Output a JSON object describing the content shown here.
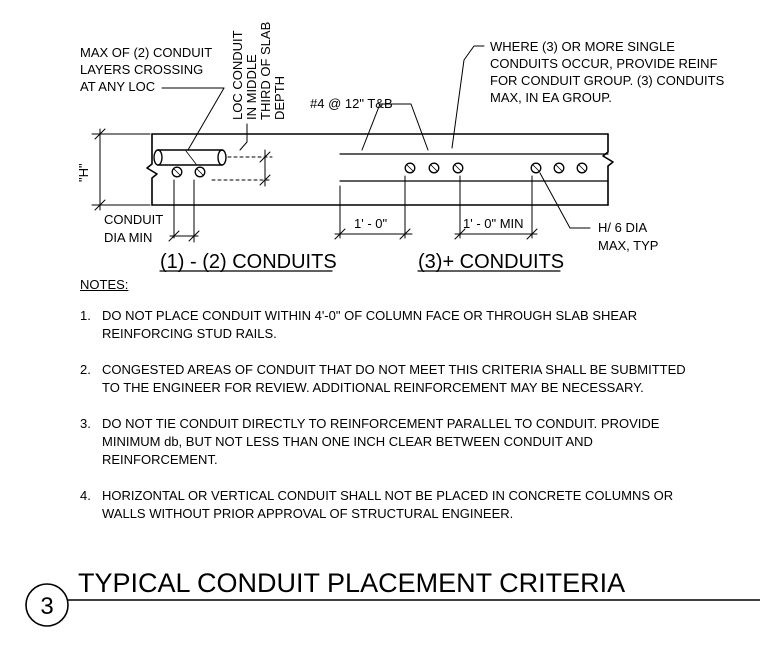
{
  "detail": {
    "number": "3",
    "title": "TYPICAL CONDUIT PLACEMENT CRITERIA"
  },
  "section_titles": {
    "left": "(1) - (2) CONDUITS",
    "right": "(3)+ CONDUITS"
  },
  "callouts": {
    "max_layers": [
      "MAX OF (2) CONDUIT",
      "LAYERS CROSSING",
      "AT ANY LOC"
    ],
    "loc_conduit": [
      "LOC CONDUIT",
      "IN MIDDLE",
      "THIRD OF SLAB",
      "DEPTH"
    ],
    "rebar": "#4 @ 12\" T&B",
    "group_rule": [
      "WHERE (3) OR MORE SINGLE",
      "CONDUITS OCCUR, PROVIDE REINF",
      "FOR CONDUIT GROUP.  (3) CONDUITS",
      "MAX, IN EA GROUP."
    ],
    "slab_height": "\"H\"",
    "conduit_dia": [
      "CONDUIT",
      "DIA MIN"
    ],
    "spacing_a": "1' - 0\"",
    "spacing_b": "1' - 0\" MIN",
    "max_dia": [
      "H/ 6 DIA",
      "MAX, TYP"
    ]
  },
  "notes": {
    "heading": "NOTES:",
    "items": [
      {
        "num": "1.",
        "text": "DO NOT PLACE CONDUIT WITHIN 4'-0\" OF COLUMN FACE OR THROUGH SLAB SHEAR\nREINFORCING STUD RAILS."
      },
      {
        "num": "2.",
        "text": "CONGESTED AREAS OF CONDUIT THAT DO NOT MEET THIS CRITERIA SHALL BE SUBMITTED\nTO THE ENGINEER FOR REVIEW.  ADDITIONAL REINFORCEMENT MAY BE NECESSARY."
      },
      {
        "num": "3.",
        "text": "DO NOT TIE CONDUIT DIRECTLY TO REINFORCEMENT PARALLEL TO CONDUIT.  PROVIDE\nMINIMUM db, BUT NOT LESS THAN ONE INCH CLEAR BETWEEN CONDUIT AND\nREINFORCEMENT."
      },
      {
        "num": "4.",
        "text": "HORIZONTAL OR VERTICAL CONDUIT SHALL NOT BE PLACED IN CONCRETE COLUMNS OR\nWALLS WITHOUT PRIOR APPROVAL OF STRUCTURAL ENGINEER."
      }
    ]
  }
}
